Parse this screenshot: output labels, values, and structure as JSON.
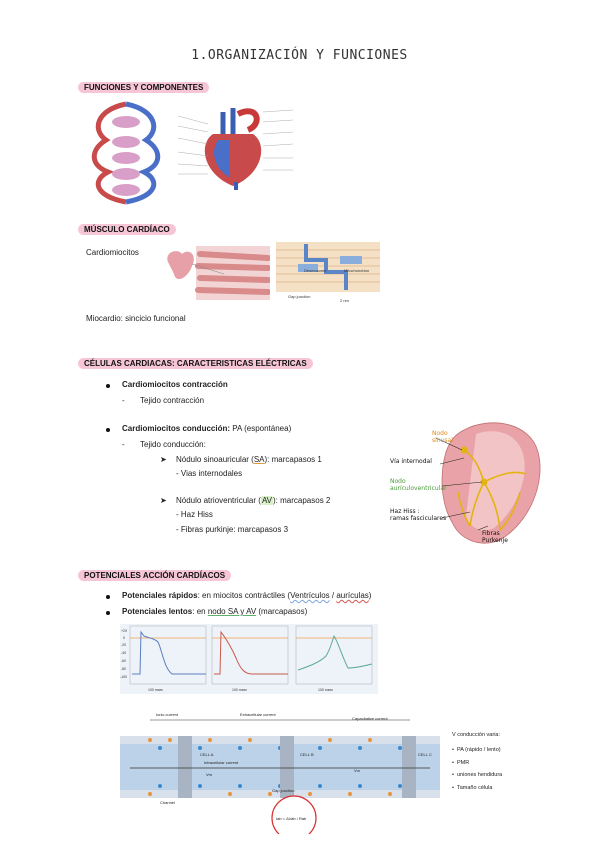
{
  "title": "1.ORGANIZACIÓN Y FUNCIONES",
  "sections": {
    "funciones": {
      "heading": "FUNCIONES Y COMPONENTES"
    },
    "musculo": {
      "heading": "MÚSCULO CARDÍACO",
      "cardiomiocitos": "Cardiomiocitos",
      "miocardio": "Miocardio: sincicio funcional",
      "img_labels": {
        "desmosome": "Desmosome",
        "mito": "Mitochondrion",
        "gap": "Gap junction",
        "scale": "2 nm"
      }
    },
    "celulas": {
      "heading": "CÉLULAS CARDIACAS: CARACTERISTICAS ELÉCTRICAS",
      "b1_bold": "Cardiomiocitos contracción",
      "b1_sub": "Tejido contracción",
      "b2_bold": "Cardiomiocitos conducción:",
      "b2_rest": " PA (espontánea)",
      "b2_sub": "Tejido conducción:",
      "sa_pre": "Nódulo sinoauricular (",
      "sa_abbr": "SA",
      "sa_post": "): marcapasos 1",
      "sa_sub": "- Vias internodales",
      "av_pre": "Nódulo atrioventricular (",
      "av_abbr": "AV",
      "av_post": "): marcapasos 2",
      "av_sub1": "- Haz Hiss",
      "av_sub2": "- Fibras purkinje: marcapasos 3",
      "heart_labels": {
        "nodo_sinusal": "Nodo\nsinusal",
        "via": "Vía internodal",
        "nodo_av": "Nodo\naurículoventricular",
        "haz": "Haz Hiss :\nramas fasciculares",
        "fibras": "Fibras\nPurkenje"
      }
    },
    "potenciales": {
      "heading": "POTENCIALES ACCIÓN CARDÍACOS",
      "p1_bold": "Potenciales rápidos",
      "p1_pre": ": en miocitos contráctiles (",
      "p1_vent": "Ventrículos",
      "p1_sep": " / ",
      "p1_aur": "aurículas",
      "p1_post": ")",
      "p2_bold": "Potenciales lentos",
      "p2_pre": ": en ",
      "p2_nodo": "nodo SA y AV",
      "p2_post": " (marcapasos)",
      "graph": {
        "yticks": [
          "+20",
          "0",
          "-20",
          "-40",
          "-60",
          "-80",
          "-100"
        ],
        "msec": "100 msec"
      },
      "conduction": {
        "ionic": "Ionic current",
        "extra": "Extracellular current",
        "cap": "Capacitative current",
        "intra": "Intracellular current",
        "cellA": "CELL A",
        "cellB": "CELL B",
        "cellC": "CELL C",
        "channel": "Channel",
        "gap": "Gap junction",
        "vm1": "Vm",
        "vm2": "Vm",
        "formula": "Iab = ΔVab / Rab"
      },
      "notes_title": "V conducción varia:",
      "notes": [
        "PA (rápido / lento)",
        "PMR",
        "uniones hendidura",
        "Tamaño célula"
      ]
    }
  }
}
